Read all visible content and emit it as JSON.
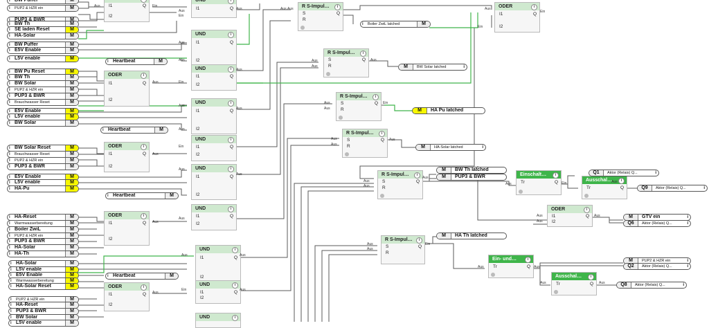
{
  "flags_left": [
    {
      "label": "BW Puffer",
      "m": "M",
      "style": "bold"
    },
    {
      "label": "PUP2 & HZR ein",
      "m": "M",
      "style": "small"
    },
    {
      "label": "PUP3 & BWR",
      "m": "M",
      "style": "bold"
    },
    {
      "label": "BW Th",
      "m": "M",
      "style": "bold"
    },
    {
      "label": "SE laden Reset",
      "m": "M",
      "style": "bold",
      "hl": true
    },
    {
      "label": "HA-Solar",
      "m": "M",
      "style": "bold"
    },
    {
      "label": "BW Puffer",
      "m": "M",
      "style": "bold"
    },
    {
      "label": "E5V Enable",
      "m": "M",
      "style": "bold"
    },
    {
      "label": "L5V enable",
      "m": "M",
      "style": "bold",
      "hl": true
    },
    {
      "label": "BW Pu Reset",
      "m": "M",
      "style": "bold",
      "hl": true
    },
    {
      "label": "BW Th",
      "m": "M",
      "style": "bold"
    },
    {
      "label": "BW Solar",
      "m": "M",
      "style": "bold"
    },
    {
      "label": "PUP2 & HZR ein",
      "m": "M",
      "style": "small"
    },
    {
      "label": "PUP3 & BWR",
      "m": "M",
      "style": "bold"
    },
    {
      "label": "Brauchwasser Reset",
      "m": "M",
      "style": "small"
    },
    {
      "label": "E5V Enable",
      "m": "M",
      "style": "bold",
      "hl": true
    },
    {
      "label": "L5V enable",
      "m": "M",
      "style": "bold",
      "hl": true
    },
    {
      "label": "BW Solar",
      "m": "M",
      "style": "bold"
    },
    {
      "label": "BW Solar Reset",
      "m": "M",
      "style": "bold",
      "hl": true
    },
    {
      "label": "Brauchwasser Reset",
      "m": "M",
      "style": "small"
    },
    {
      "label": "PUP2 & HZR ein",
      "m": "M",
      "style": "small"
    },
    {
      "label": "PUP3 & BWR",
      "m": "M",
      "style": "bold"
    },
    {
      "label": "E5V Enable",
      "m": "M",
      "style": "bold",
      "hl": true
    },
    {
      "label": "L5V enable",
      "m": "M",
      "style": "bold",
      "hl": true
    },
    {
      "label": "HA-Pu",
      "m": "M",
      "style": "bold",
      "hl": true
    },
    {
      "label": "HA-Reset",
      "m": "M",
      "style": "bold"
    },
    {
      "label": "Warmwasserbereitung",
      "m": "M",
      "style": "small"
    },
    {
      "label": "Boiler ZwiL",
      "m": "M",
      "style": "bold"
    },
    {
      "label": "PUP2 & HZR ein",
      "m": "M",
      "style": "small"
    },
    {
      "label": "PUP3 & BWR",
      "m": "M",
      "style": "bold"
    },
    {
      "label": "HA-Solar",
      "m": "M",
      "style": "bold"
    },
    {
      "label": "HA-Th",
      "m": "M",
      "style": "bold"
    },
    {
      "label": "HA-Solar",
      "m": "M",
      "style": "bold"
    },
    {
      "label": "L5V enable",
      "m": "M",
      "style": "bold",
      "hl": true
    },
    {
      "label": "E5V Enable",
      "m": "M",
      "style": "bold",
      "hl": true
    },
    {
      "label": "Warmwasserbereitung",
      "m": "M",
      "style": "small",
      "hl": true
    },
    {
      "label": "HA-Solar Reset",
      "m": "M",
      "style": "bold",
      "hl": true
    },
    {
      "label": "PUP2 & HZR ein",
      "m": "M",
      "style": "small"
    },
    {
      "label": "HA-Reset",
      "m": "M",
      "style": "bold"
    },
    {
      "label": "PUP3 & BWR",
      "m": "M",
      "style": "bold"
    },
    {
      "label": "BW Solar",
      "m": "M",
      "style": "bold"
    },
    {
      "label": "L5V enable",
      "m": "M",
      "style": "bold"
    }
  ],
  "heartbeat": {
    "label": "Heartbeat",
    "m": "M"
  },
  "port_labels": {
    "aus": "Aus",
    "ein": "Ein",
    "i1": "I1",
    "i2": "I2",
    "q": "Q",
    "s": "S",
    "r": "R",
    "tr": "Tr"
  },
  "block_titles": {
    "oder": "ODER",
    "und": "UND",
    "rs": "R S-Impul…",
    "einschalt": "Einschalt…",
    "ausschal": "Ausschal…",
    "ein_und": "Ein- und…"
  },
  "flags_right": {
    "boiler_zwil_latched": {
      "label": "Boiler ZwiL latched",
      "m": "M"
    },
    "bw_solar_latched": {
      "label": "BW Solar latched",
      "m": "M"
    },
    "ha_pu_latched": {
      "label": "HA Pu latched",
      "m": "M"
    },
    "ha_solar_latched": {
      "label": "HA-Solar latched",
      "m": "M"
    },
    "bw_th_latched": {
      "label": "BW Th latched",
      "m": "M"
    },
    "pup3_bwr": {
      "label": "PUP3 & BWR",
      "m": "M"
    },
    "gtv_ein": {
      "label": "GTV ein",
      "m": "M"
    },
    "ha_th_latched": {
      "label": "HA Th latched",
      "m": "M"
    },
    "pup2_hzr": {
      "label": "PUP2 & HZR ein",
      "m": "M"
    },
    "q1": {
      "label": "Q1",
      "desc": "Aktor (Relais) Q..."
    },
    "q9": {
      "label": "Q9",
      "desc": "Aktor (Relais) Q..."
    },
    "q6": {
      "label": "Q6",
      "desc": "Aktor (Relais) Q..."
    },
    "q2": {
      "label": "Q2",
      "desc": "Aktor (Relais) Q..."
    },
    "q8": {
      "label": "Q8",
      "desc": "Aktor (Relais) Q..."
    }
  },
  "info_icon": "i"
}
